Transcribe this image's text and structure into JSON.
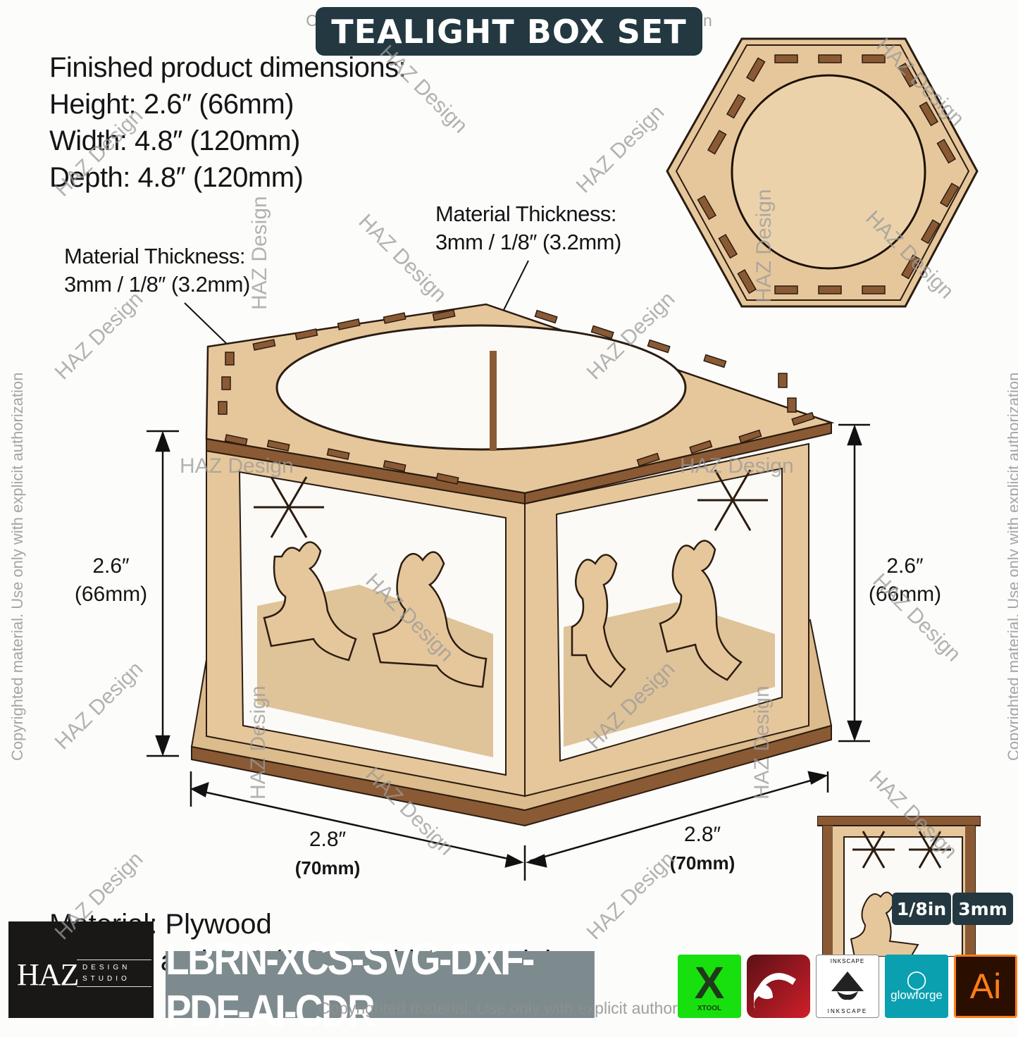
{
  "title": "TEALIGHT BOX SET",
  "watermarks": {
    "copyright": "Copyrighted material. Use only with explicit authorization",
    "brand": "HAZ Design"
  },
  "dimensions": {
    "heading": "Finished product dimensions:",
    "height": "Height: 2.6″ (66mm)",
    "width": "Width: 4.8″ (120mm)",
    "depth": "Depth: 4.8″ (120mm)"
  },
  "callouts": {
    "left": {
      "line1": "Material Thickness:",
      "line2": "3mm / 1/8″ (3.2mm)"
    },
    "right": {
      "line1": "Material Thickness:",
      "line2": "3mm / 1/8″ (3.2mm)"
    }
  },
  "measurements": {
    "height_left": {
      "in": "2.6″",
      "mm": "(66mm)"
    },
    "height_right": {
      "in": "2.6″",
      "mm": "(66mm)"
    },
    "side_left": {
      "in": "2.8″",
      "mm": "(70mm)"
    },
    "side_right": {
      "in": "2.8″",
      "mm": "(70mm)"
    }
  },
  "material": {
    "line1": "Material: Plywood",
    "line2": "for 3mm and 1/8″ (3.2mm) thick materials"
  },
  "logo": {
    "main": "HAZ",
    "sub1": "DESIGN",
    "sub2": "STUDIO"
  },
  "formats": "LBRN-XCS-SVG-DXF-PDF-AI-CDR",
  "thickness_badges": [
    "1/8in",
    "3mm"
  ],
  "software_icons": [
    {
      "name": "xtool",
      "label": "XTOOL",
      "glyph": "X",
      "color": "#18e00e"
    },
    {
      "name": "lightburn",
      "label": "",
      "glyph": "dragon",
      "color": "#8b1a22"
    },
    {
      "name": "inkscape",
      "label": "INKSCAPE",
      "glyph": "INKSCAPE",
      "color": "#ffffff"
    },
    {
      "name": "glowforge",
      "label": "glowforge",
      "glyph": "glowforge",
      "color": "#0aa0b0"
    },
    {
      "name": "illustrator",
      "label": "Ai",
      "glyph": "Ai",
      "color": "#2a0e00"
    }
  ],
  "colors": {
    "banner": "#233840",
    "wood": "#e6c79c",
    "wood_dark": "#8a5a34",
    "outline": "#2b1c10"
  }
}
